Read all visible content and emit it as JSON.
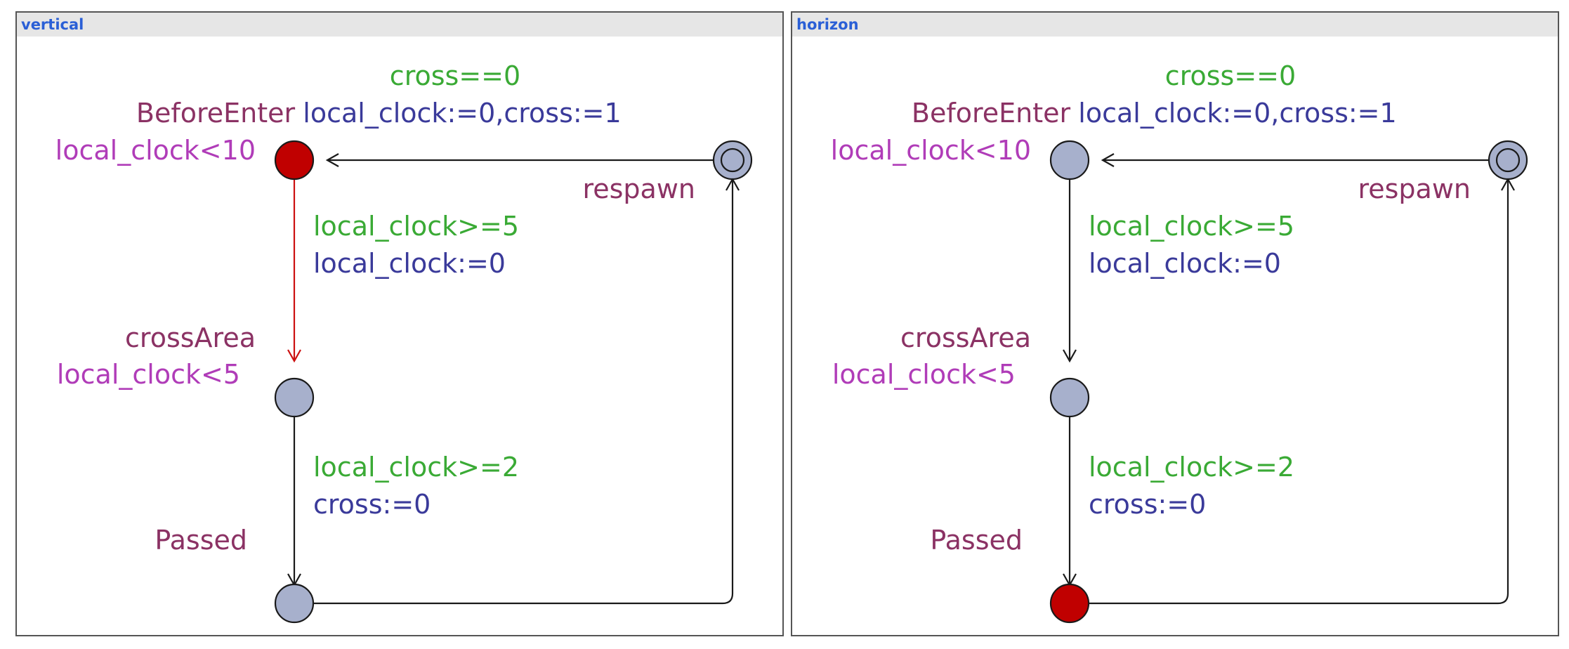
{
  "colors": {
    "guard": "#3aaa35",
    "update": "#3a3a9a",
    "invariant": "#b03cb8",
    "location_name": "#8b3264",
    "node_fill": "#a7b0cc",
    "active_fill": "#c00000",
    "edge": "#1a1a1a",
    "active_edge": "#cc1111",
    "title": "#2a5fd6"
  },
  "panels": [
    {
      "title": "vertical",
      "locations": {
        "before_enter": {
          "name": "BeforeEnter",
          "invariant": "local_clock<10",
          "active": true
        },
        "cross_area": {
          "name": "crossArea",
          "invariant": "local_clock<5",
          "active": false
        },
        "passed": {
          "name": "Passed",
          "active": false
        },
        "respawn": {
          "name": "respawn",
          "initial": true,
          "active": false
        }
      },
      "edges": {
        "respawn_to_before_enter": {
          "guard": "cross==0",
          "update": "local_clock:=0,cross:=1",
          "active": false
        },
        "before_enter_to_cross_area": {
          "guard": "local_clock>=5",
          "update": "local_clock:=0",
          "active": true
        },
        "cross_area_to_passed": {
          "guard": "local_clock>=2",
          "update": "cross:=0",
          "active": false
        },
        "passed_to_respawn": {
          "active": false
        }
      }
    },
    {
      "title": "horizon",
      "locations": {
        "before_enter": {
          "name": "BeforeEnter",
          "invariant": "local_clock<10",
          "active": false
        },
        "cross_area": {
          "name": "crossArea",
          "invariant": "local_clock<5",
          "active": false
        },
        "passed": {
          "name": "Passed",
          "active": true
        },
        "respawn": {
          "name": "respawn",
          "initial": true,
          "active": false
        }
      },
      "edges": {
        "respawn_to_before_enter": {
          "guard": "cross==0",
          "update": "local_clock:=0,cross:=1",
          "active": false
        },
        "before_enter_to_cross_area": {
          "guard": "local_clock>=5",
          "update": "local_clock:=0",
          "active": false
        },
        "cross_area_to_passed": {
          "guard": "local_clock>=2",
          "update": "cross:=0",
          "active": false
        },
        "passed_to_respawn": {
          "active": false
        }
      }
    }
  ]
}
